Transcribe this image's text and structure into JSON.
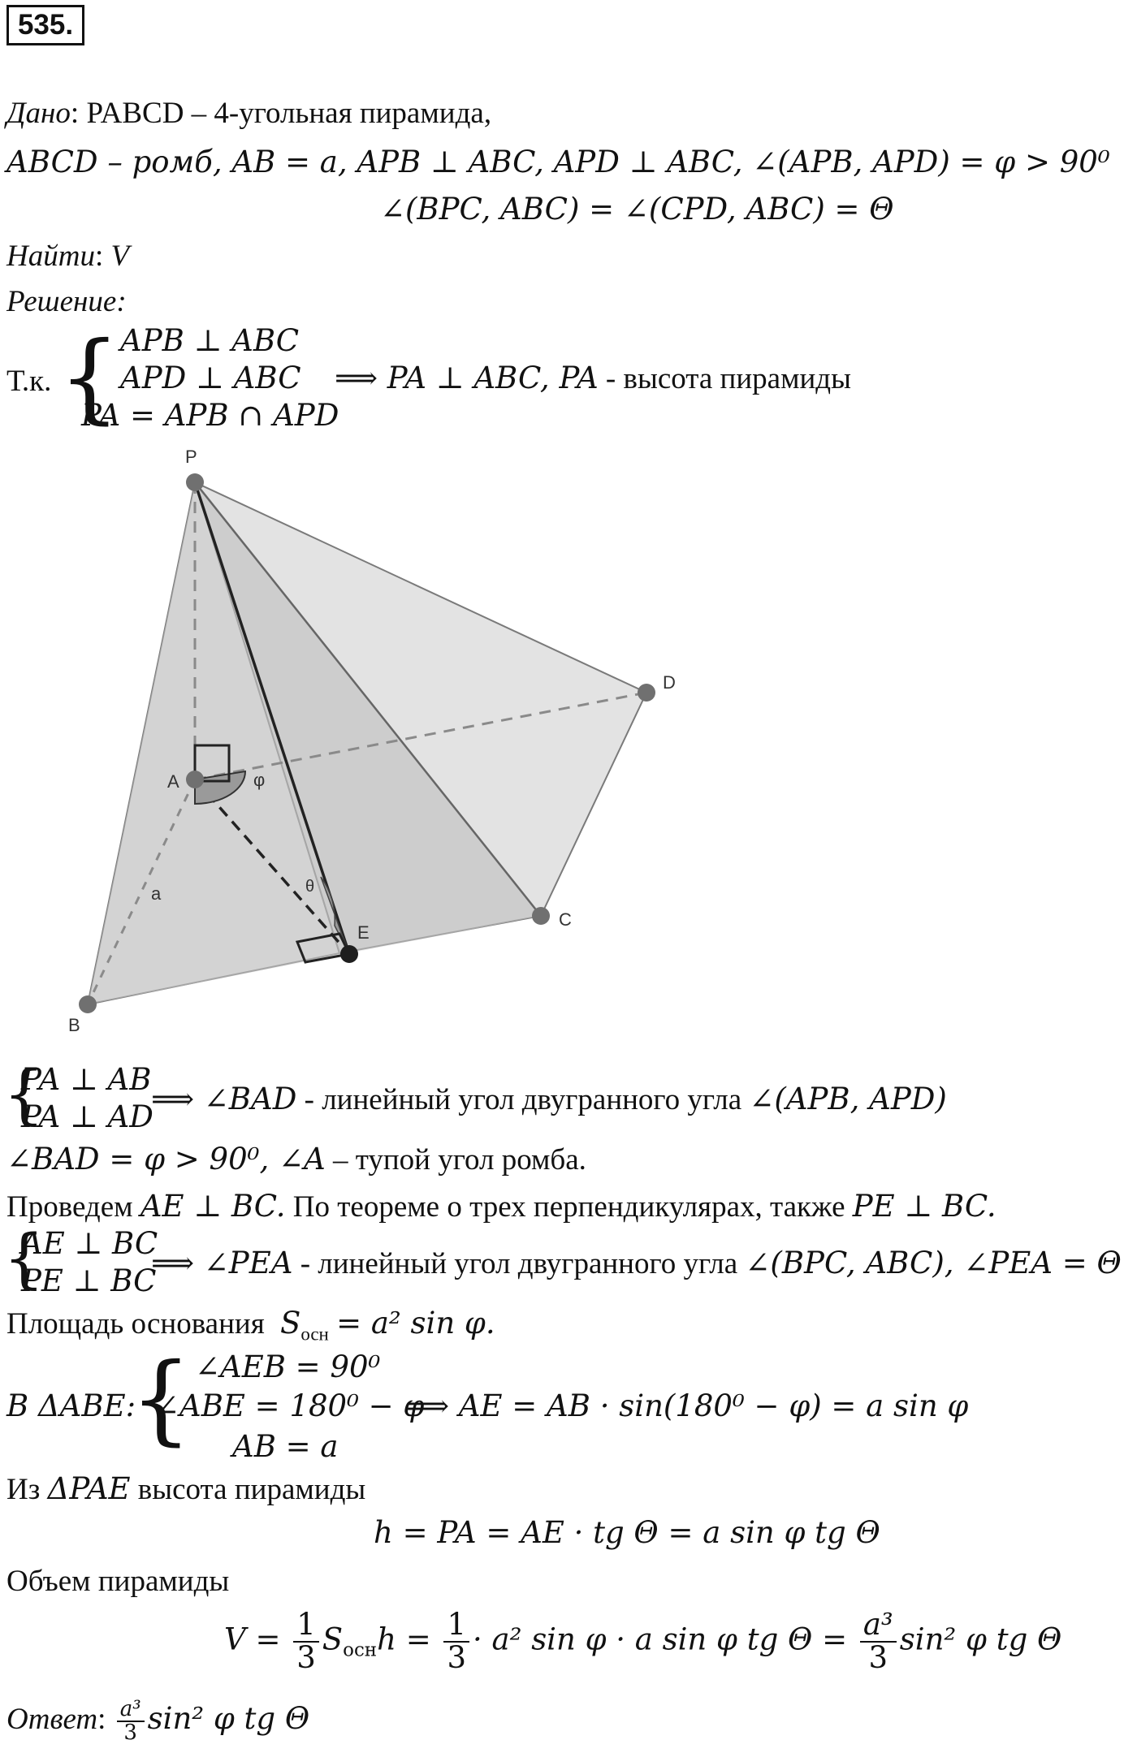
{
  "problem_number": "535.",
  "given": {
    "label": "Дано",
    "line1": "PABCD – 4-угольная пирамида,",
    "line2": "ABCD – ромб, AB = a, APB ⊥ ABC, APD ⊥ ABC, ∠(APB, APD) = φ > 90⁰",
    "line3": "∠(BPC, ABC) = ∠(CPD, ABC) = Θ"
  },
  "find": {
    "label": "Найти",
    "value": "V"
  },
  "solution_label": "Решение:",
  "system1": {
    "prefix": "Т.к.",
    "rows": [
      "APB ⊥ ABC",
      "APD ⊥ ABC",
      "PA = APB ∩ APD"
    ],
    "result": "⟹ PA ⊥ ABC, PA",
    "result_text": "- высота пирамиды"
  },
  "figure": {
    "labels": {
      "P": "P",
      "A": "A",
      "B": "B",
      "C": "C",
      "D": "D",
      "E": "E",
      "phi": "φ",
      "theta": "θ",
      "a": "a"
    },
    "colors": {
      "face_light": "#e2e2e2",
      "face_dark": "#c6c6c6",
      "edge": "#7a7a7a",
      "point": "#707070",
      "point_e": "#1e1e1e"
    }
  },
  "system2": {
    "rows": [
      "PA ⊥ AB",
      "PA ⊥ AD"
    ],
    "result": "⟹ ∠BAD",
    "text": "- линейный угол двугранного угла",
    "angle": "∠(APB, APD)"
  },
  "line_bad": {
    "math": "∠BAD = φ > 90⁰, ∠A",
    "text": "– тупой угол ромба."
  },
  "line_ae": {
    "t1": "Проведем",
    "m1": "AE ⊥ BC.",
    "t2": "По теореме о трех перпендикулярах, также",
    "m2": "PE ⊥ BC."
  },
  "system3": {
    "rows": [
      "AE ⊥ BC",
      "PE ⊥ BC"
    ],
    "result": "⟹ ∠PEA",
    "text": "- линейный угол двугранного угла",
    "angle": "∠(BPC, ABC), ∠PEA = Θ"
  },
  "area": {
    "text": "Площадь основания",
    "math": "S",
    "sub": "осн",
    "rest": "= a² sin φ."
  },
  "triangle": {
    "prefix": "В ΔABE:",
    "rows": [
      "∠AEB = 90⁰",
      "∠ABE = 180⁰ − φ",
      "AB = a"
    ],
    "result": "⟹ AE = AB · sin(180⁰ − φ) = a sin φ"
  },
  "height": {
    "text1": "Из",
    "tri": "ΔPAE",
    "text2": "высота пирамиды",
    "formula": "h = PA = AE · tg Θ = a sin φ  tg Θ"
  },
  "volume": {
    "text": "Объем пирамиды",
    "v": "V =",
    "one": "1",
    "three": "3",
    "s": "S",
    "sub": "осн",
    "h": "h =",
    "mid": "· a² sin φ · a sin φ  tg Θ =",
    "a3": "a³",
    "end": "sin² φ tg Θ"
  },
  "answer": {
    "label": "Ответ",
    "a3": "a³",
    "three": "3",
    "end": "sin² φ tg Θ"
  }
}
